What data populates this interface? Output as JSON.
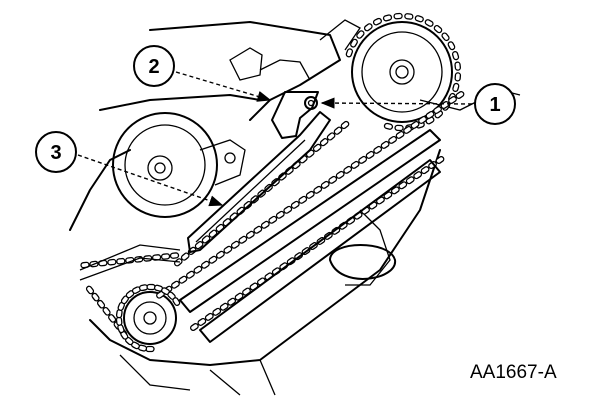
{
  "figure": {
    "id": "AA1667-A"
  },
  "callouts": [
    {
      "number": "1"
    },
    {
      "number": "2"
    },
    {
      "number": "3"
    }
  ]
}
